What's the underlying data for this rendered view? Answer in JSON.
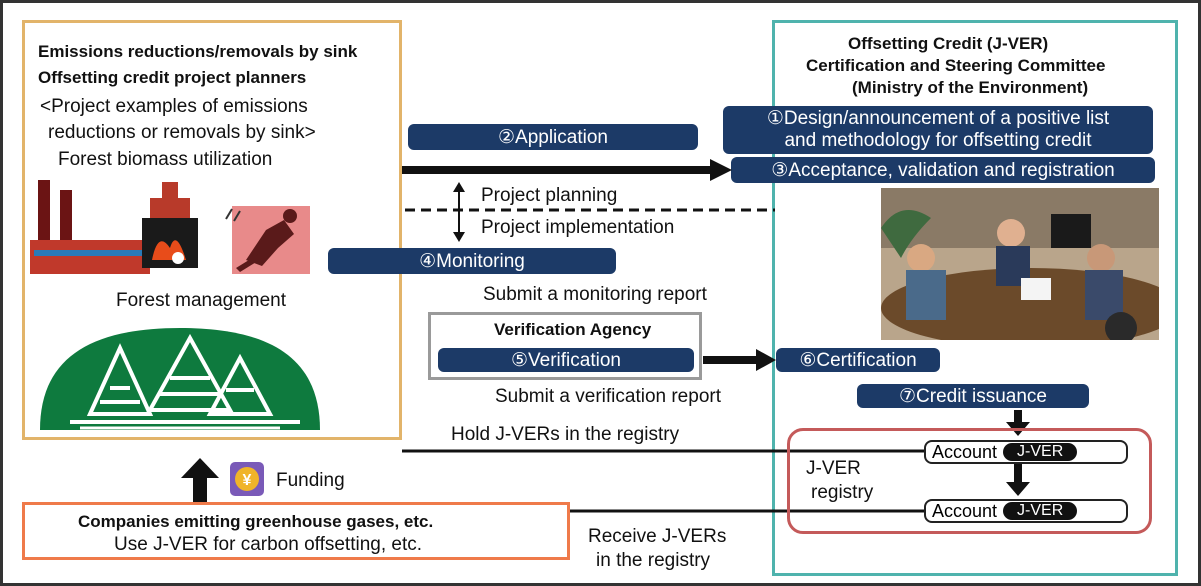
{
  "planners": {
    "title_line1": "Emissions reductions/removals by sink",
    "title_line2": "Offsetting credit project planners",
    "examples_line1": "<Project examples of emissions",
    "examples_line2": "reductions or removals by sink>",
    "biomass": "Forest biomass utilization",
    "forest_mgmt": "Forest management"
  },
  "committee": {
    "title_line1": "Offsetting Credit (J-VER)",
    "title_line2": "Certification and Steering Committee",
    "title_line3": "(Ministry of the Environment)"
  },
  "steps": {
    "s1_line1": "①Design/announcement of a positive list",
    "s1_line2": "and methodology for offsetting credit",
    "s2": "②Application",
    "s3": "③Acceptance, validation and registration",
    "s4": "④Monitoring",
    "s5": "⑤Verification",
    "s6": "⑥Certification",
    "s7": "⑦Credit issuance"
  },
  "labels": {
    "project_planning": "Project planning",
    "project_implementation": "Project implementation",
    "submit_monitoring": "Submit a monitoring report",
    "verification_agency": "Verification Agency",
    "submit_verification": "Submit a verification report",
    "hold_jvers": "Hold J-VERs in the registry",
    "funding": "Funding",
    "receive_line1": "Receive J-VERs",
    "receive_line2": "in the registry",
    "registry_line1": "J-VER",
    "registry_line2": "registry",
    "account": "Account",
    "jver": "J-VER"
  },
  "companies": {
    "title": "Companies emitting greenhouse gases, etc.",
    "subtitle": "Use J-VER for carbon offsetting, etc."
  },
  "colors": {
    "navy": "#1c3a67",
    "planner_border": "#e2b46a",
    "committee_border": "#4fb3ad",
    "company_border": "#ef7a4a",
    "registry_border": "#c45a5a",
    "forest_green": "#0e7a3e"
  }
}
